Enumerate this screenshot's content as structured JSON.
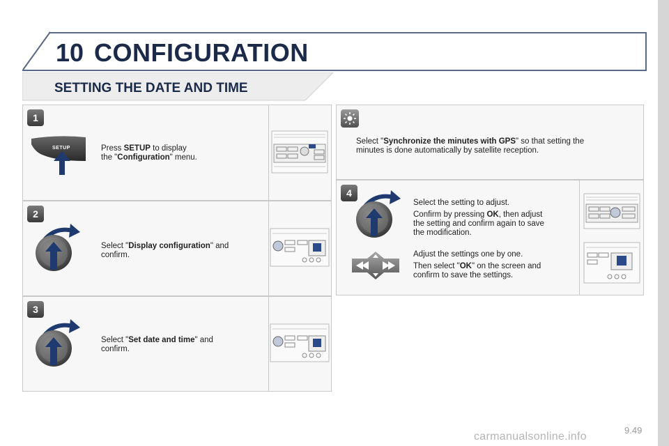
{
  "header": {
    "chapter_number": "10",
    "chapter_title": "CONFIGURATION",
    "section_title": "SETTING THE DATE AND TIME"
  },
  "steps": [
    {
      "badge": "1",
      "button_label": "SETUP",
      "text_pre": "Press ",
      "text_bold": "SETUP",
      "text_mid": " to display",
      "text_line2_pre": "the \"",
      "text_line2_bold": "Configuration",
      "text_line2_post": "\" menu."
    },
    {
      "badge": "2",
      "text_pre": "Select \"",
      "text_bold": "Display configuration",
      "text_post": "\" and",
      "text_line2": "confirm."
    },
    {
      "badge": "3",
      "text_pre": "Select \"",
      "text_bold": "Set date and time",
      "text_post": "\" and",
      "text_line2": "confirm."
    },
    {
      "badge": "4",
      "line1": "Select the setting to adjust.",
      "line2_pre": "Confirm by pressing ",
      "line2_bold": "OK",
      "line2_post": ", then adjust",
      "line3": "the setting and confirm again to save",
      "line4": "the modification.",
      "line5": "Adjust the settings one by one.",
      "line6_pre": "Then select \"",
      "line6_bold": "OK",
      "line6_post": "\" on the screen and",
      "line7": "confirm to save the settings."
    }
  ],
  "tip": {
    "text_pre": "Select \"",
    "text_bold": "Synchronize the minutes with GPS",
    "text_post": "\" so that setting the",
    "text_line2": "minutes is done automatically by satellite reception."
  },
  "footer": {
    "page_number": "9.49",
    "watermark": "carmanualsonline.info"
  },
  "colors": {
    "heading": "#1a2a48",
    "arrow": "#1f3a6e",
    "panel_bg": "#f7f7f7",
    "panel_border": "#c8c8c8"
  }
}
